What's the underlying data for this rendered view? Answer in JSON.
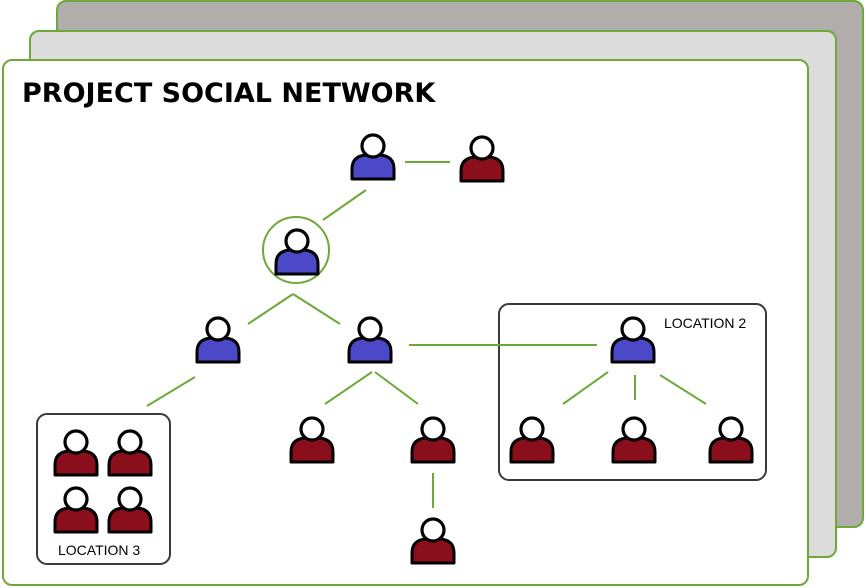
{
  "title": "PROJECT SOCIAL NETWORK",
  "groups": {
    "location2": "LOCATION 2",
    "location3": "LOCATION 3"
  },
  "colors": {
    "blue_person": "#4b49c8",
    "red_person": "#8a0e1c",
    "connector": "#6ea83a",
    "back_sheet_dark": "#b1adab",
    "back_sheet_light": "#dcdcdc",
    "sheet_border": "#6ea83a"
  },
  "icons": {
    "person": "person-icon"
  }
}
